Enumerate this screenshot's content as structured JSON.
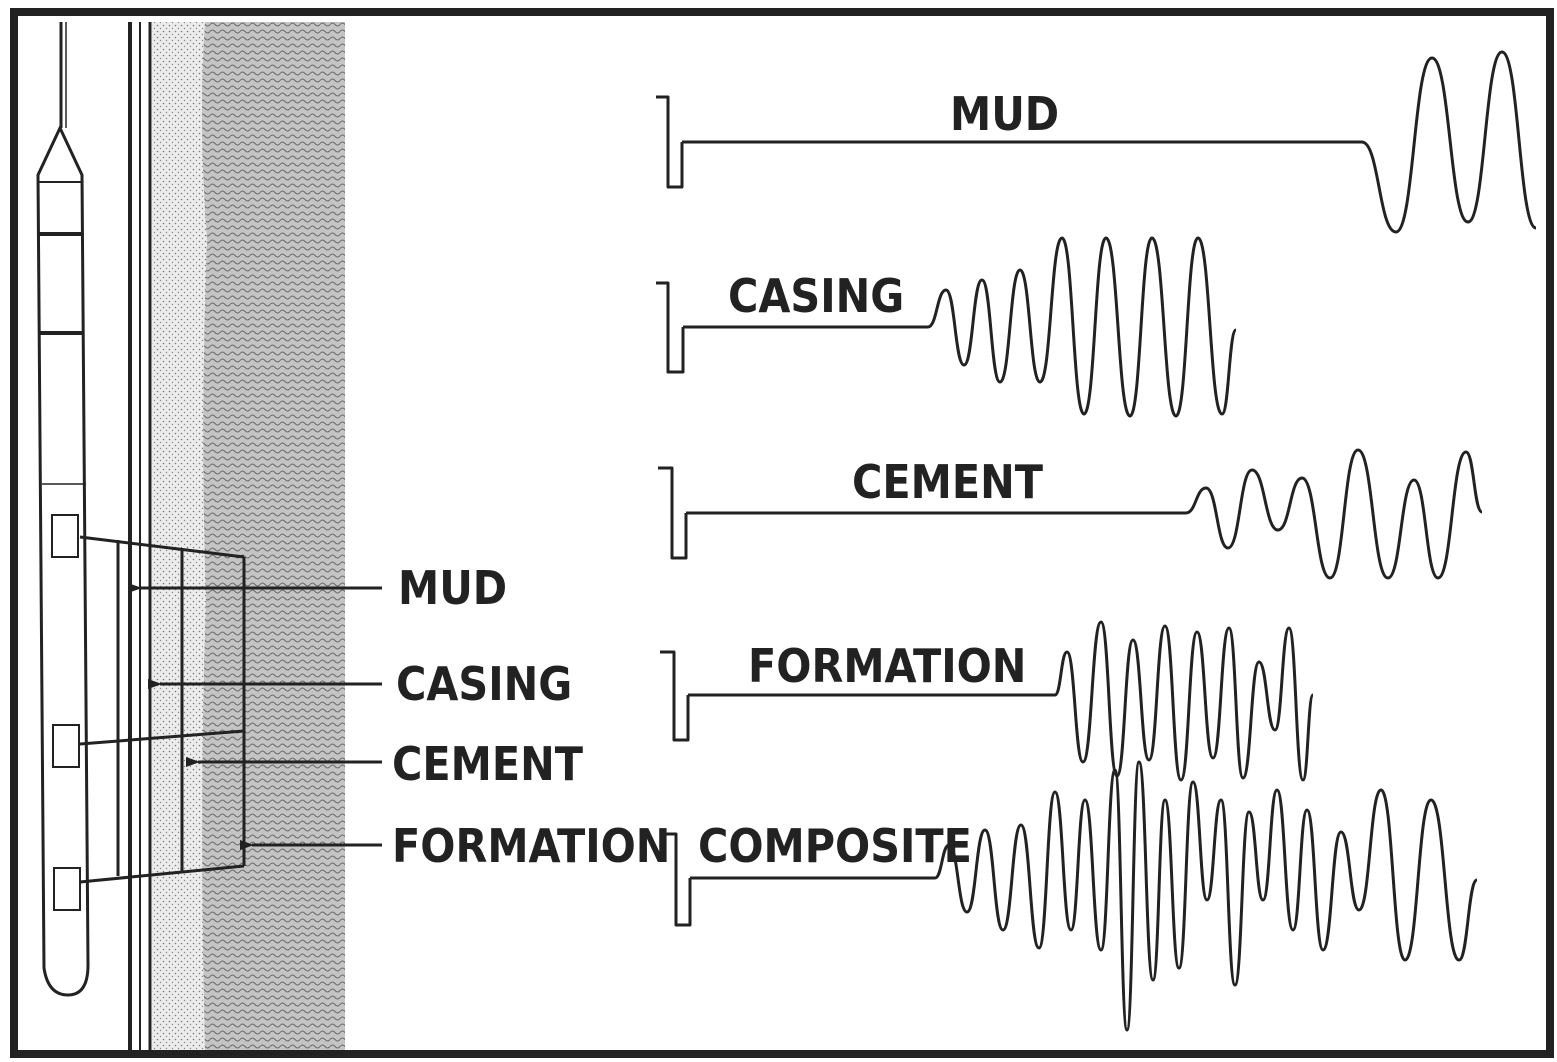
{
  "left_labels": [
    {
      "id": "mud",
      "text": "MUD"
    },
    {
      "id": "casing",
      "text": "CASING"
    },
    {
      "id": "cement",
      "text": "CEMENT"
    },
    {
      "id": "formation",
      "text": "FORMATION"
    }
  ],
  "waveforms": [
    {
      "id": "mud",
      "label": "MUD"
    },
    {
      "id": "casing",
      "label": "CASING"
    },
    {
      "id": "cement",
      "label": "CEMENT"
    },
    {
      "id": "formation",
      "label": "FORMATION"
    },
    {
      "id": "composite",
      "label": "COMPOSITE"
    }
  ],
  "colors": {
    "ink": "#222222",
    "background": "#ffffff",
    "cement_shade": "#d9d9d9",
    "formation_shade": "#b4b4b4"
  }
}
